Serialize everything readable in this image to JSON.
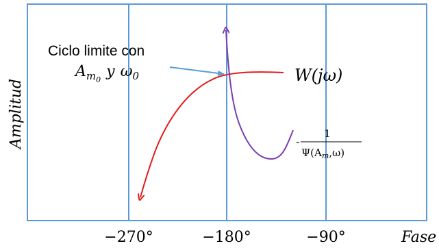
{
  "colors": {
    "frame": "#5b9bd5",
    "w_curve": "#e31a1a",
    "psi_curve": "#7a3fb0",
    "arrow": "#5b9bd5",
    "text": "#000000"
  },
  "axis": {
    "ylabel": "Amplitud",
    "xlabel": "Fase",
    "ticks": [
      "−270°",
      "−180°",
      "−90°"
    ]
  },
  "annotation": {
    "line1": "Ciclo limite con",
    "am": "A",
    "am_sub": "m",
    "am_subsub": "0",
    "y": "y",
    "omega": "ω",
    "omega_sub": "0"
  },
  "curves": {
    "w_label": "W(jω)",
    "psi_label_minus": "-",
    "psi_label_num": "1",
    "psi_label_den": "Ψ(A",
    "psi_label_den_sub": "m",
    "psi_label_den_rest": ",ω)"
  }
}
